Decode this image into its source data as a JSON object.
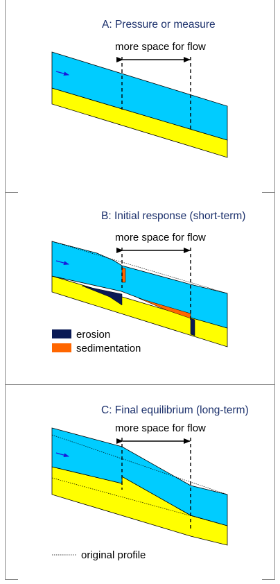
{
  "panels": {
    "a": {
      "title": "A: Pressure or measure",
      "annotation": "more space for flow"
    },
    "b": {
      "title": "B: Initial response (short-term)",
      "annotation": "more space for flow"
    },
    "c": {
      "title": "C: Final equilibrium (long-term)",
      "annotation": "more space for flow"
    }
  },
  "legend": {
    "erosion": "erosion",
    "sedimentation": "sedimentation",
    "original_profile": "original profile"
  },
  "colors": {
    "water": "#00ccff",
    "bed": "#ffff00",
    "erosion": "#0a1a55",
    "sedimentation": "#ff6600",
    "title": "#1a2f6b",
    "flow_arrow": "#1a1adb"
  }
}
